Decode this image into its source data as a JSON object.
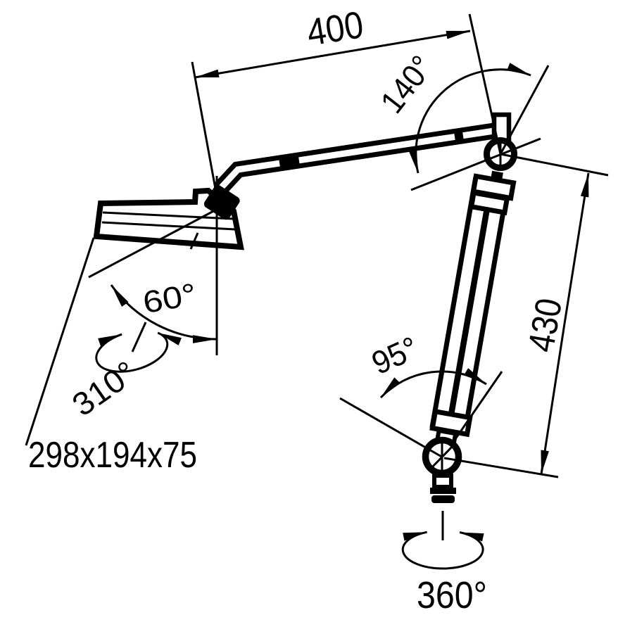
{
  "figure": {
    "background_color": "#ffffff",
    "line_color": "#000000",
    "labels": {
      "upper_arm_length": "400",
      "elbow_angle": "140°",
      "lower_arm_length": "430",
      "base_joint_angle": "95°",
      "base_rotation": "360°",
      "head_tilt_angle": "60°",
      "head_rotation": "310°",
      "head_dimensions": "298x194x75"
    }
  }
}
